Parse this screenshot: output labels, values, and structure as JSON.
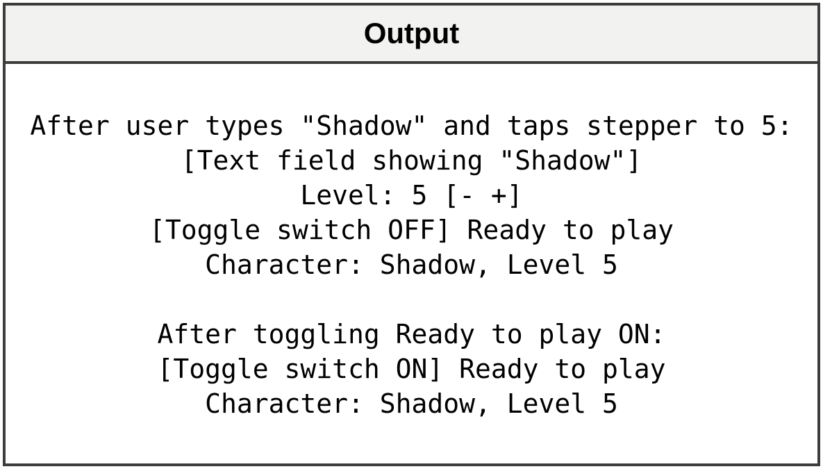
{
  "panel": {
    "title": "Output"
  },
  "output": {
    "lines": [
      "After user types \"Shadow\" and taps stepper to 5:",
      "[Text field showing \"Shadow\"]",
      "Level: 5 [- +]",
      "[Toggle switch OFF] Ready to play",
      "Character: Shadow, Level 5",
      "",
      "After toggling Ready to play ON:",
      "[Toggle switch ON] Ready to play",
      "Character: Shadow, Level 5"
    ]
  },
  "colors": {
    "border": "#3d3d3d",
    "header_bg": "#f2f2f1",
    "body_bg": "#ffffff",
    "text": "#000000"
  }
}
